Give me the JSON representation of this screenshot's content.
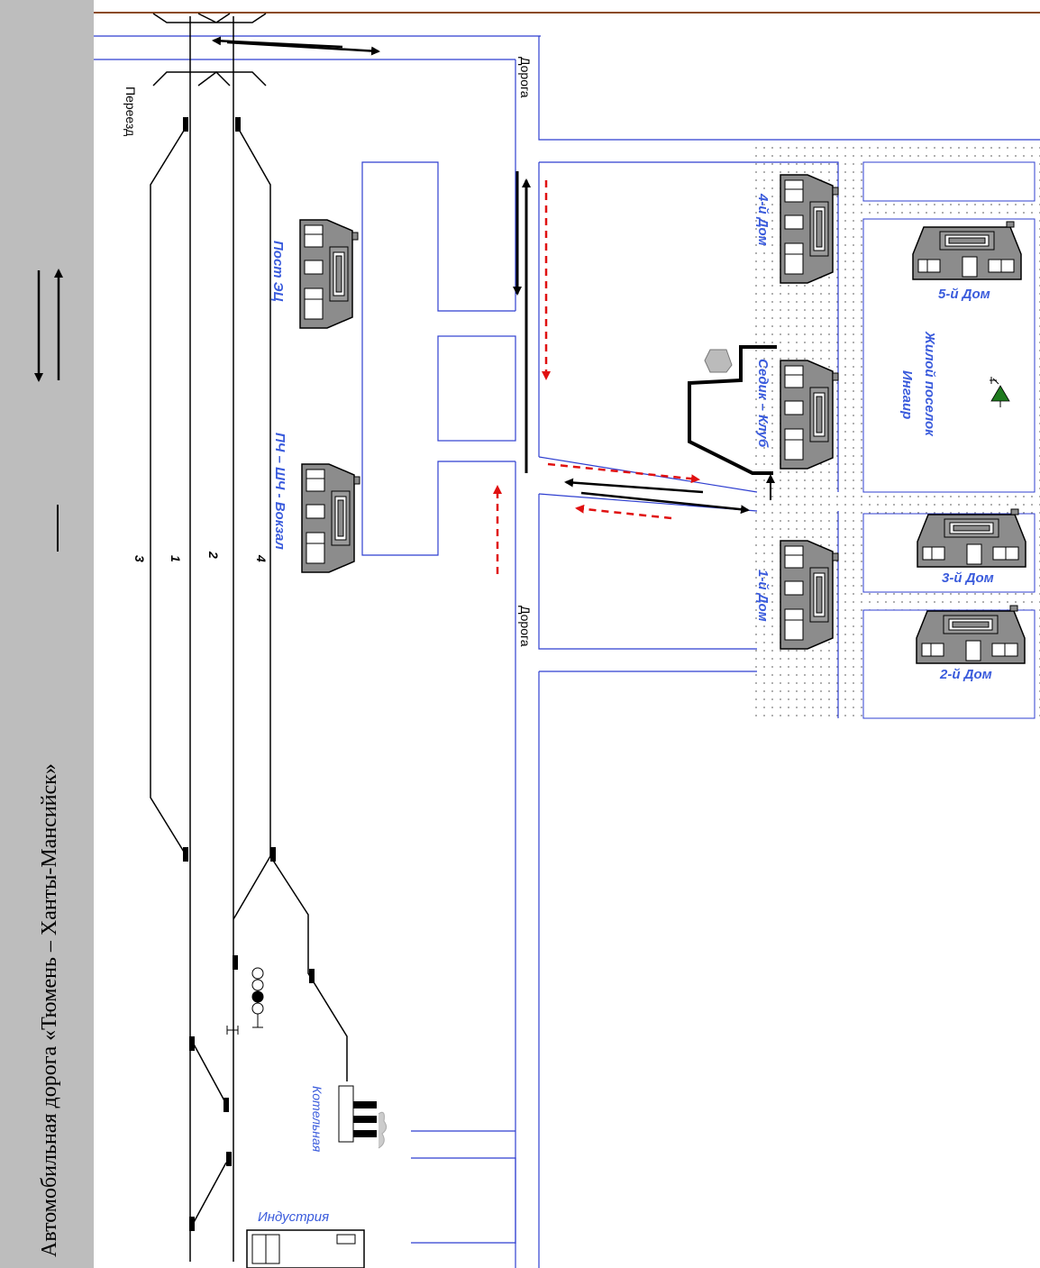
{
  "sidebar": {
    "title": "Автомобильная дорога «Тюмень – Ханты-Мансийск»"
  },
  "labels": {
    "crossing": "Переезд",
    "road_top": "Дорога",
    "road_bottom": "Дорога",
    "post_ec": "Пост ЭЦ",
    "station": "ПЧ – ШЧ - Вокзал",
    "boiler": "Котельная",
    "industry": "Индустрия",
    "house4": "4-й Дом",
    "house5": "5-й Дом",
    "house3": "3-й Дом",
    "house2": "2-й Дом",
    "house1": "1-й Дом",
    "club": "Седик – Клуб",
    "settlement_line1": "Жилой поселок",
    "settlement_line2": "Ингаир"
  },
  "tracks": {
    "t3": "3",
    "t1": "1",
    "t2": "2",
    "t4": "4"
  },
  "colors": {
    "road": "#2f3fd0",
    "arrow_red": "#e01010",
    "label_blue": "#3a5bdc",
    "house_gray": "#8c8c8c",
    "sidebar_bg": "#bdbdbd",
    "top_rule": "#8b4a1e"
  }
}
